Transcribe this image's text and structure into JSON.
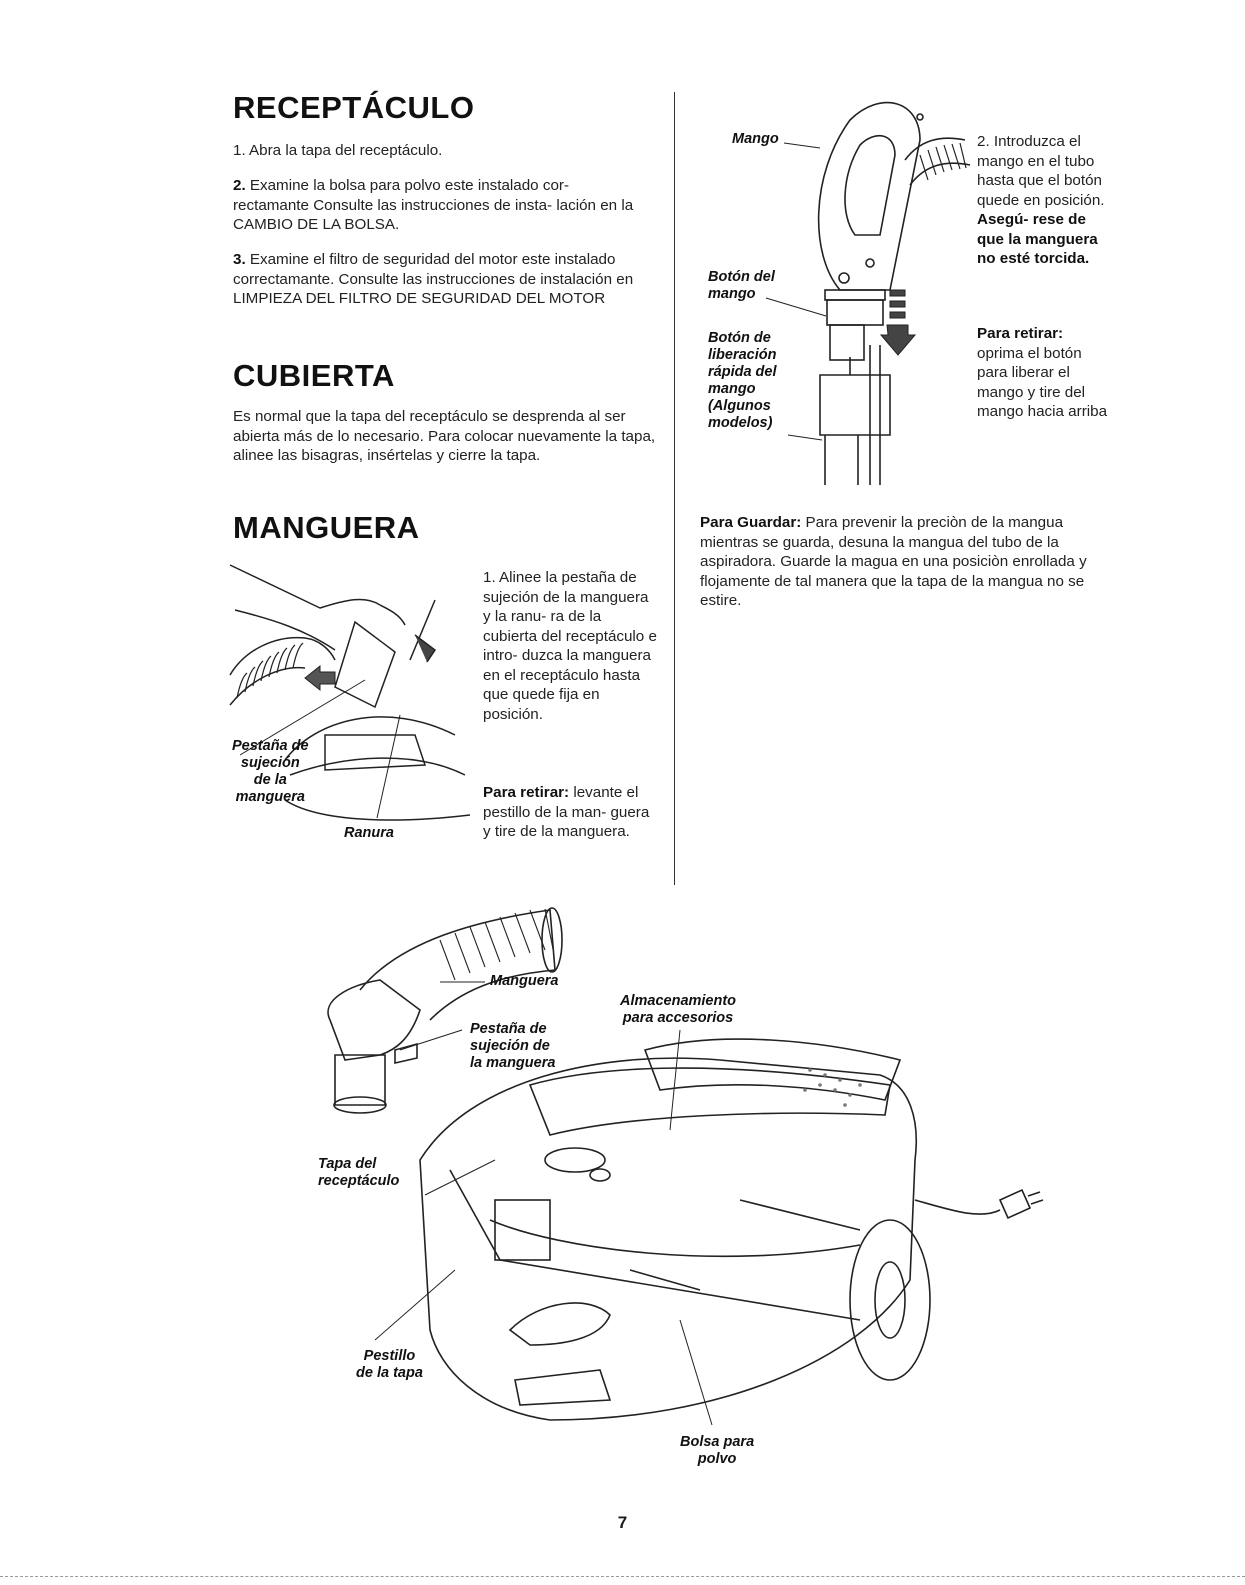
{
  "sections": {
    "receptaculo": {
      "title": "RECEPTÁCULO",
      "step1": "1. Abra la tapa del receptáculo.",
      "step2_num": "2.",
      "step2": " Examine la bolsa para polvo este instalado cor- rectamante Consulte las instrucciones de insta- lación en la CAMBIO DE LA BOLSA.",
      "step3_num": "3.",
      "step3": " Examine el filtro de seguridad del motor este instalado correctamante. Consulte las instrucciones de instalación en LIMPIEZA DEL FILTRO DE SEGURIDAD DEL MOTOR"
    },
    "cubierta": {
      "title": "CUBIERTA",
      "text": "Es normal que la tapa del receptáculo se desprenda al ser abierta más de lo necesario. Para colocar nuevamente la tapa, alinee las bisagras, insértelas y cierre la tapa."
    },
    "manguera": {
      "title": "MANGUERA",
      "step1": "1. Alinee la pestaña de sujeción de la manguera y la ranu- ra de la cubierta del receptáculo e intro- duzca la manguera en el receptáculo hasta que quede fija en posición.",
      "retirar_label": "Para retirar:",
      "retirar_text": " levante el pestillo de la man- guera y tire de la manguera.",
      "labels": {
        "pestana": "Pestaña de\nsujeción\nde la\nmanguera",
        "ranura": "Ranura"
      }
    },
    "mango": {
      "step2_num": "2.",
      "step2": " Introduzca el mango en el tubo hasta que el botón quede en posición.",
      "step2_bold": " Asegú- rese de que la manguera no esté torcida.",
      "retirar_label": "Para retirar:",
      "retirar_text": " oprima el botón para liberar el mango y tire del mango hacia arriba",
      "labels": {
        "mango": "Mango",
        "boton_mango": "Botón del\nmango",
        "boton_liberacion": "Botón de\nliberación\nrápida del\nmango\n(Algunos\nmodelos)"
      }
    },
    "guardar": {
      "label": "Para Guardar:",
      "text": " Para prevenir la preciòn de la mangua mientras se guarda, desuna la mangua del tubo de la aspiradora. Guarde la magua en una posiciòn enrollada y flojamente de tal manera que la tapa de la mangua no se estire."
    }
  },
  "figure": {
    "labels": {
      "manguera": "Manguera",
      "pestana": "Pestaña de\nsujeción de\nla manguera",
      "almacenamiento": "Almacenamiento\npara accesorios",
      "tapa": "Tapa del\nreceptáculo",
      "pestillo": "Pestillo\nde la tapa",
      "bolsa": "Bolsa para\npolvo"
    }
  },
  "page_number": "7"
}
